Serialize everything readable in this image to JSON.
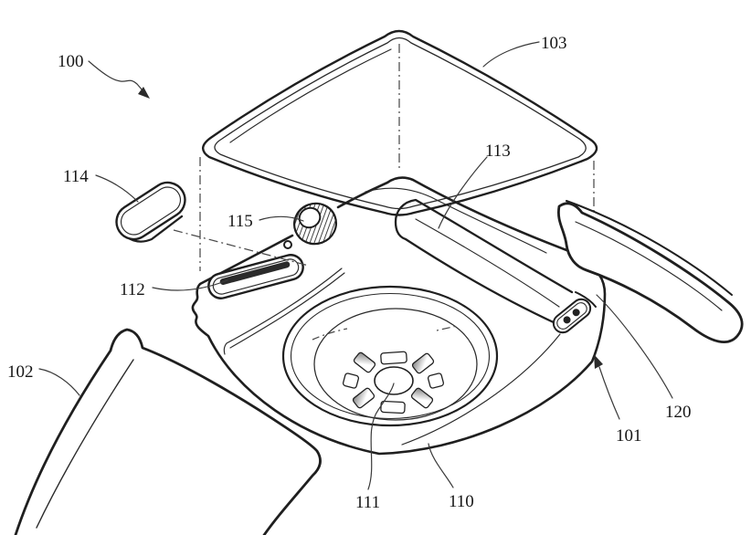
{
  "figure": {
    "kind": "patent-line-drawing",
    "subject": "exploded perspective view of a smartwatch with bands, crown, button cap, cover glass and rear sensor array",
    "background_color": "#ffffff",
    "line_color": "#1f1f1f"
  },
  "labels": [
    {
      "text": "100",
      "part": "overall-watch-assembly"
    },
    {
      "text": "101",
      "part": "watch-housing"
    },
    {
      "text": "102",
      "part": "left-band-strap"
    },
    {
      "text": "103",
      "part": "cover-glass"
    },
    {
      "text": "110",
      "part": "back-cover"
    },
    {
      "text": "111",
      "part": "center-sensor-window"
    },
    {
      "text": "112",
      "part": "button-slot"
    },
    {
      "text": "113",
      "part": "band-receiving-channel"
    },
    {
      "text": "114",
      "part": "button-cap"
    },
    {
      "text": "115",
      "part": "crown"
    },
    {
      "text": "120",
      "part": "band-lug-attachment"
    }
  ]
}
